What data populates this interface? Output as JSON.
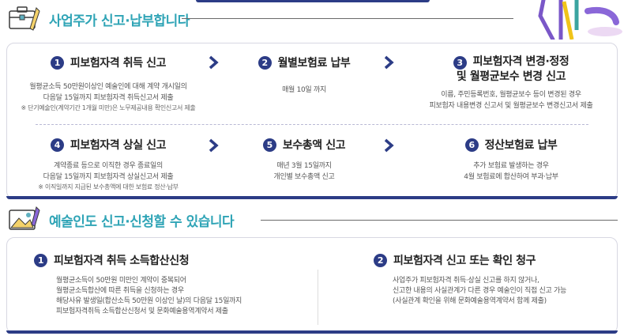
{
  "section1": {
    "title": "사업주가 신고·납부합니다",
    "steps": [
      {
        "num": "1",
        "title": "피보험자격 취득 신고",
        "desc1": "월평균소득 50만원이상인 예술인에 대해 계약 개시일의",
        "desc2": "다음달 15일까지 피보험자격 취득신고서 제출",
        "note": "※ 단기예술인(계약기간 1개월 미만)은 노무제공내용 확인신고서 제출"
      },
      {
        "num": "2",
        "title": "월별보험료 납부",
        "desc1": "매월 10일 까지"
      },
      {
        "num": "3",
        "title1": "피보험자격 변경·정정",
        "title2": "및 월평균보수 변경 신고",
        "desc1": "이름, 주민등록번호, 월평균보수 등이 변경된 경우",
        "desc2": "피보험자 내용변경 신고서 및 월평균보수 변경신고서 제출"
      },
      {
        "num": "4",
        "title": "피보험자격 상실 신고",
        "desc1": "계약종료 등으로 이직한 경우 종료일의",
        "desc2": "다음달 15일까지 피보험자격 상실신고서 제출",
        "note": "※ 이직일까지 지급된 보수총액에 대한 보험료 정산·납부"
      },
      {
        "num": "5",
        "title": "보수총액 신고",
        "desc1": "매년 3월 15일까지",
        "desc2": "개인별 보수총액 신고"
      },
      {
        "num": "6",
        "title": "정산보험료 납부",
        "desc1": "추가 보험료 발생하는 경우",
        "desc2": "4월 보험료에 합산하여 부과·납부"
      }
    ]
  },
  "section2": {
    "title": "예술인도 신고·신청할 수 있습니다",
    "items": [
      {
        "num": "1",
        "title": "피보험자격 취득 소득합산신청",
        "lines": [
          "월평균소득이 50만원 미만인 계약이 중복되어",
          "월평균소득합산에 따른 취득을 신청하는 경우",
          "해당사유 발생일(합산소득 50만원 이상인 날)의 다음달 15일까지",
          "피보험자격취득 소득합산신청서 및 문화예술용역계약서 제출"
        ]
      },
      {
        "num": "2",
        "title": "피보험자격 신고 또는 확인 청구",
        "lines": [
          "사업주가 피보험자격 취득·상실 신고를 하지 않거나,",
          "신고한 내용의 사실관계가 다른 경우 예술인이 직접 신고 가능",
          "(사실관계 확인을 위해 문화예술용역계약서 함께 제출)"
        ]
      }
    ]
  },
  "colors": {
    "navy": "#2c3c86",
    "teal": "#2fa4b6",
    "yellow": "#f0c419",
    "purple": "#7c3aed"
  },
  "icons": [
    "briefcase-icon",
    "chevron-right-icon",
    "picture-icon"
  ]
}
